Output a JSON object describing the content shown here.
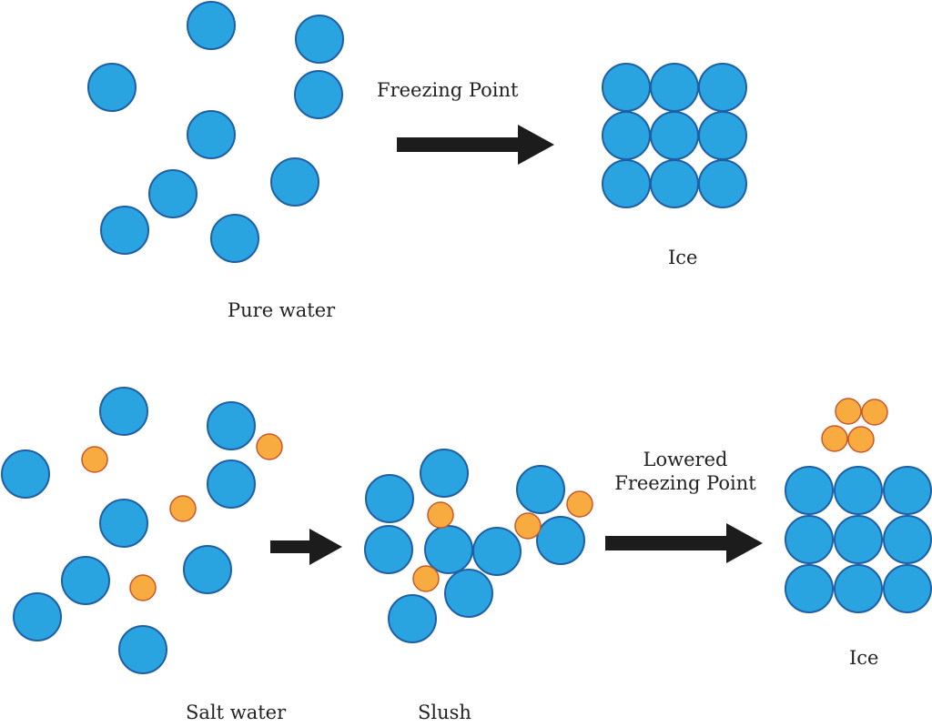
{
  "colors": {
    "water": "#2aa4e0",
    "water_stroke": "#1f5fa6",
    "salt": "#f8ab3e",
    "salt_stroke": "#c9572b",
    "arrow": "#1c1c1c",
    "text": "#222222"
  },
  "labels": {
    "freezing_point": "Freezing Point",
    "ice_top": "Ice",
    "pure_water": "Pure water",
    "lowered_line1": "Lowered",
    "lowered_line2": "Freezing Point",
    "ice_bottom": "Ice",
    "salt_water": "Salt water",
    "slush": "Slush"
  }
}
